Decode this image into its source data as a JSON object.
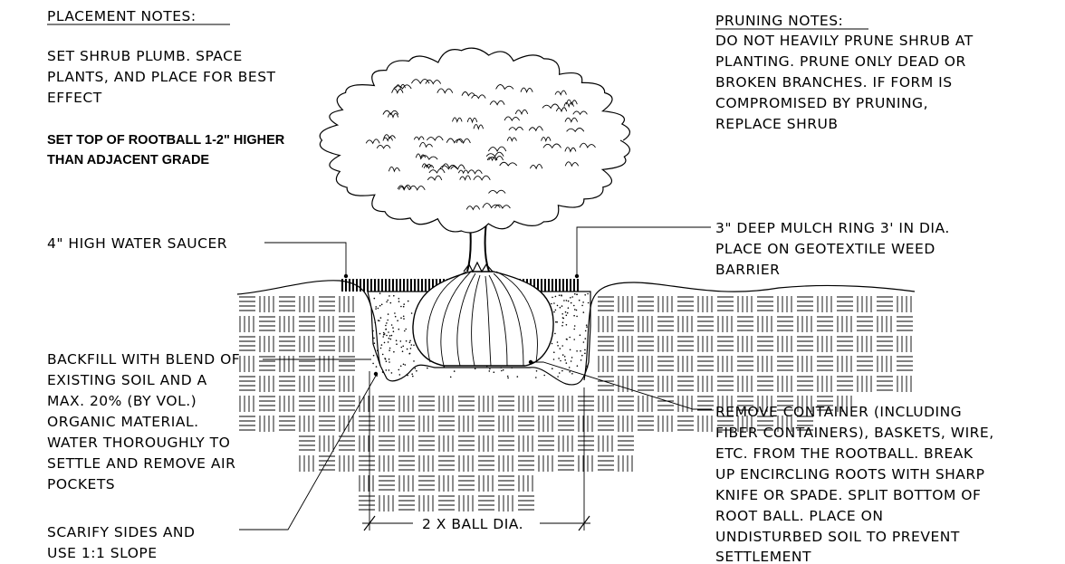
{
  "placement_notes": {
    "heading": "PLACEMENT NOTES:",
    "lines": [
      "SET SHRUB PLUMB.  SPACE",
      "PLANTS, AND PLACE FOR BEST",
      "EFFECT"
    ]
  },
  "rootball_note": {
    "lines": [
      "SET TOP OF ROOTBALL 1-2\" HIGHER",
      "THAN ADJACENT GRADE"
    ]
  },
  "pruning_notes": {
    "heading": "PRUNING NOTES:",
    "lines": [
      "DO NOT HEAVILY PRUNE SHRUB AT",
      "PLANTING. PRUNE ONLY DEAD OR",
      "BROKEN BRANCHES. IF FORM IS",
      "COMPROMISED BY PRUNING,",
      "REPLACE SHRUB"
    ]
  },
  "saucer_callout": {
    "text": "4\" HIGH WATER SAUCER"
  },
  "mulch_callout": {
    "lines": [
      "3\" DEEP MULCH RING 3' IN DIA.",
      "PLACE ON GEOTEXTILE WEED",
      "BARRIER"
    ]
  },
  "backfill_callout": {
    "lines": [
      "BACKFILL WITH BLEND OF",
      "EXISTING SOIL AND A",
      "MAX. 20% (BY VOL.)",
      "ORGANIC MATERIAL.",
      "WATER THOROUGHLY TO",
      "SETTLE AND REMOVE AIR",
      "POCKETS"
    ]
  },
  "container_callout": {
    "lines": [
      "REMOVE CONTAINER (INCLUDING",
      "FIBER CONTAINERS), BASKETS, WIRE,",
      "ETC. FROM THE ROOTBALL. BREAK",
      "UP ENCIRCLING ROOTS WITH SHARP",
      "KNIFE OR SPADE. SPLIT BOTTOM OF",
      "ROOT BALL. PLACE ON",
      "UNDISTURBED SOIL TO PREVENT",
      "SETTLEMENT"
    ]
  },
  "scarify_callout": {
    "lines": [
      "SCARIFY SIDES AND",
      "USE 1:1 SLOPE"
    ]
  },
  "dimension": {
    "text": "2 X BALL DIA."
  }
}
